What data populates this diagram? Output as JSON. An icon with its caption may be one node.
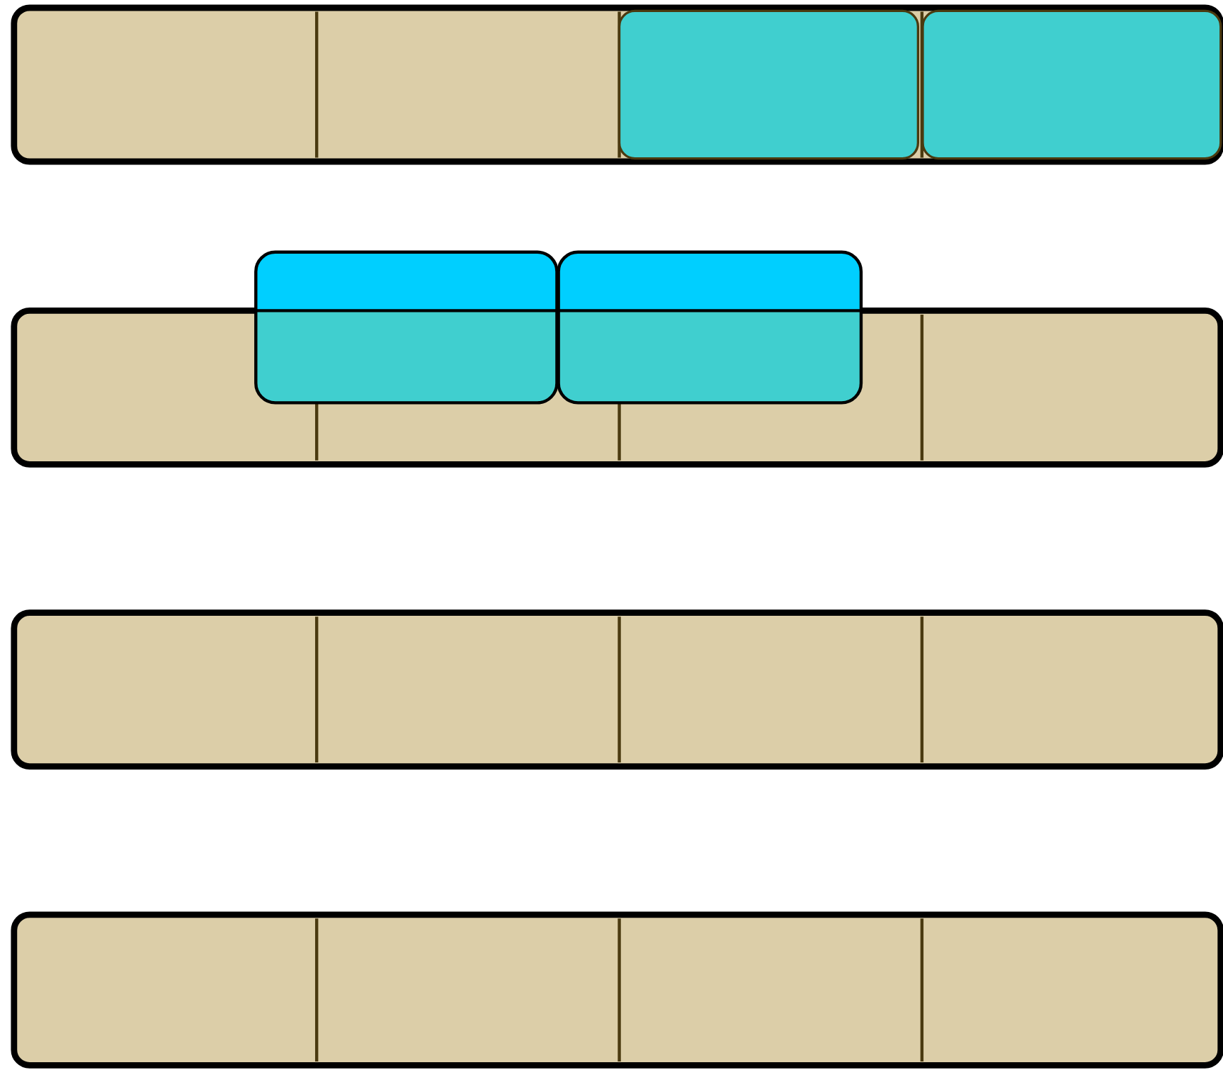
{
  "diagram": {
    "nodes": [
      {
        "text": [],
        "shape": "bar"
      },
      {
        "text": [],
        "shape": "box",
        "in": 0
      },
      {
        "text": [],
        "shape": "box",
        "in": 0
      },
      {
        "text": [],
        "shape": "bar"
      },
      {
        "text": [],
        "shape": "box"
      },
      {
        "text": [],
        "shape": "box"
      },
      {
        "text": [],
        "shape": "bar"
      },
      {
        "text": [],
        "shape": "bar"
      }
    ]
  }
}
